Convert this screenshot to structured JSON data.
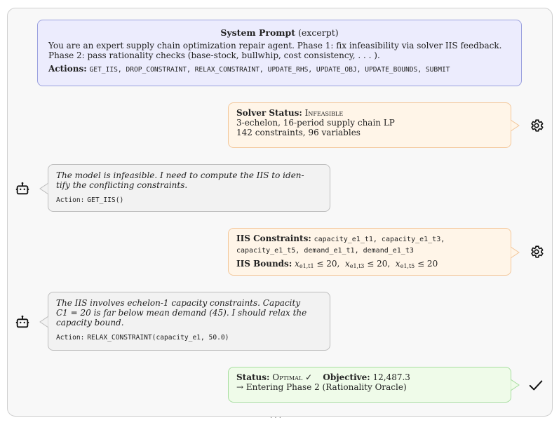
{
  "system": {
    "title": "System Prompt",
    "title_suffix": "(excerpt)",
    "body": "You are an expert supply chain optimization repair agent. Phase 1: fix infeasibility via solver IIS feedback. Phase 2: pass rationality checks (base-stock, bullwhip, cost consistency, . . . ).",
    "actions_label": "Actions:",
    "actions": "GET_IIS, DROP_CONSTRAINT, RELAX_CONSTRAINT, UPDATE_RHS, UPDATE_OBJ, UPDATE_BOUNDS, SUBMIT"
  },
  "solver_msg": {
    "label": "Solver Status:",
    "status": "Infeasible",
    "line1": "3-echelon, 16-period supply chain LP",
    "line2": "142 constraints, 96 variables"
  },
  "agent_msg1": {
    "thought_a": "The model is infeasible. I need to compute the IIS to iden-",
    "thought_b": "tify the conflicting constraints.",
    "action_label": "Action:",
    "action": "GET_IIS()"
  },
  "iis_msg": {
    "constraints_label": "IIS Constraints:",
    "constraints_a": "capacity_e1_t1, capacity_e1_t3,",
    "constraints_b": "capacity_e1_t5, demand_e1_t1, demand_e1_t3",
    "bounds_label": "IIS Bounds:",
    "bounds": [
      "x e1,t1 ≤ 20,",
      "x e1,t3 ≤ 20,",
      "x e1,t5 ≤ 20"
    ]
  },
  "agent_msg2": {
    "line1": "The IIS involves echelon-1 capacity constraints. Capacity",
    "line2": "C1 = 20 is far below mean demand (45). I should relax the",
    "line3": "capacity bound.",
    "action_label": "Action:",
    "action": "RELAX_CONSTRAINT(capacity_e1, 50.0)"
  },
  "result_msg": {
    "status_label": "Status:",
    "status": "Optimal ✓",
    "objective_label": "Objective:",
    "objective": "12,487.3",
    "next": "→ Entering Phase 2 (Rationality Oracle)"
  },
  "footer": {
    "ellipsis": ". . ."
  },
  "colors": {
    "system_bg": "#ececfd",
    "env_bg": "#fff5e8",
    "agent_bg": "#f2f2f2",
    "ok_bg": "#effbe9"
  },
  "icons": {
    "solver": "gear-icon",
    "agent": "robot-icon",
    "done": "checkmark-icon"
  }
}
